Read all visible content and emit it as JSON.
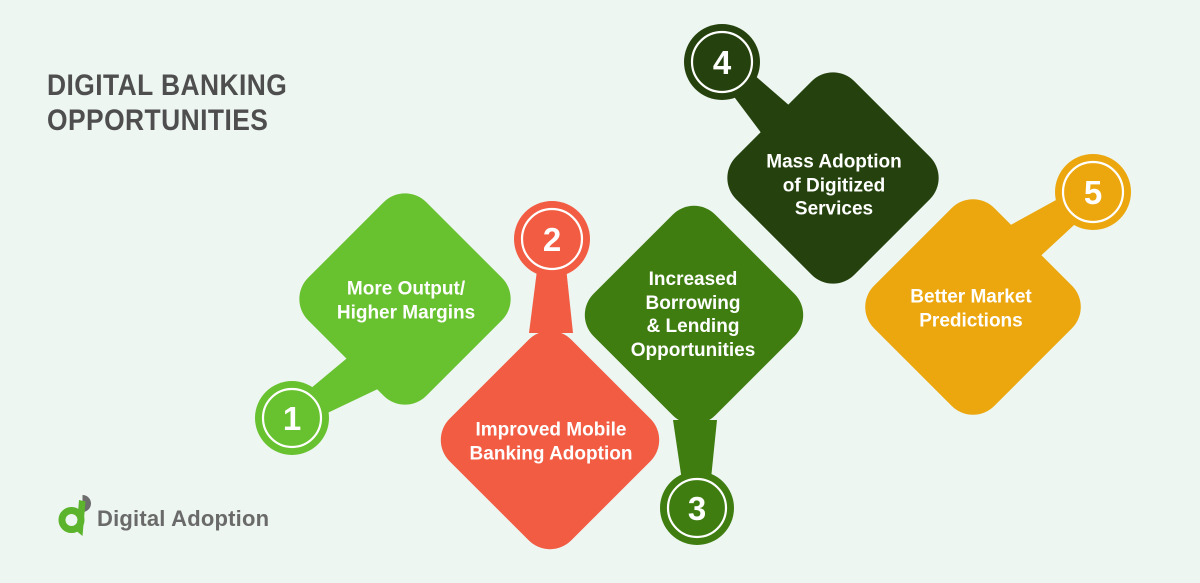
{
  "background_color": "#edf6f1",
  "title": {
    "text": "DIGITAL BANKING\nOPPORTUNITIES",
    "color": "#4e4e4e"
  },
  "theme": {
    "label_text_color": "#ffffff",
    "ring_color": "#ffffff"
  },
  "items": [
    {
      "number": "1",
      "label": "More Output/\nHigher Margins",
      "color": "#68c12f"
    },
    {
      "number": "2",
      "label": "Improved Mobile\nBanking Adoption",
      "color": "#f15c43"
    },
    {
      "number": "3",
      "label": "Increased\nBorrowing\n& Lending\nOpportunities",
      "color": "#3f7d10"
    },
    {
      "number": "4",
      "label": "Mass Adoption\nof Digitized\nServices",
      "color": "#25420e"
    },
    {
      "number": "5",
      "label": "Better Market\nPredictions",
      "color": "#eca70f"
    }
  ],
  "logo": {
    "text": "Digital Adoption",
    "text_color": "#6a6a6a",
    "mark_green": "#5cb32c",
    "mark_gray": "#6d6d6d"
  }
}
